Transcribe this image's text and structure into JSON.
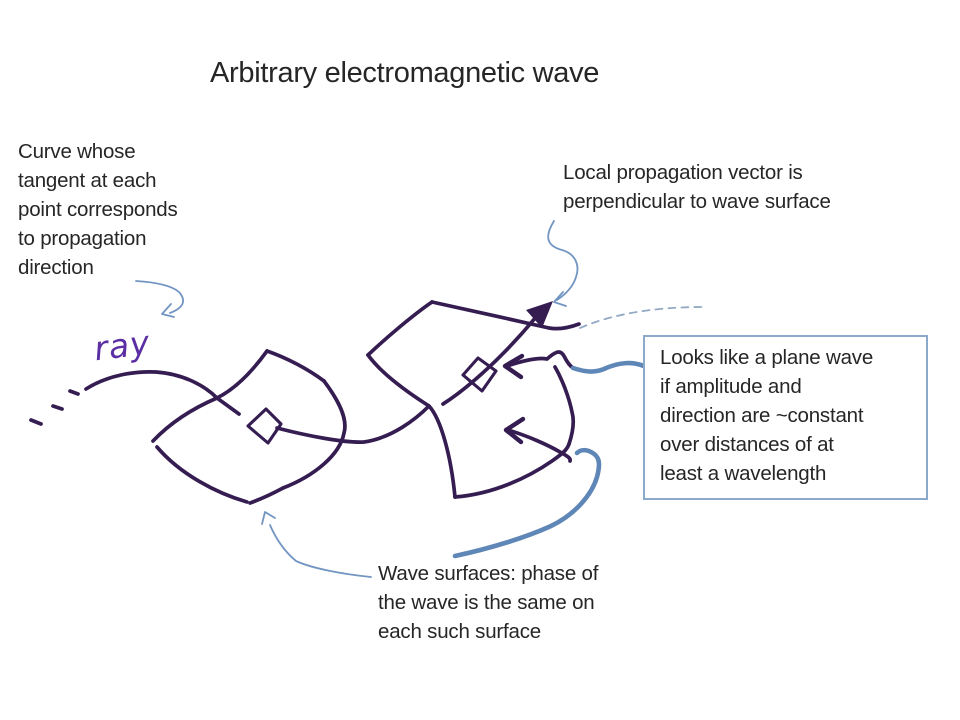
{
  "slide": {
    "title": "Arbitrary electromagnetic wave"
  },
  "annotations": {
    "curve_tangent": {
      "lines": [
        "Curve whose",
        "tangent at each",
        "point corresponds",
        "to propagation",
        "direction"
      ]
    },
    "local_vector": {
      "lines": [
        "Local propagation vector is",
        "perpendicular to wave surface"
      ]
    },
    "plane_wave_box": {
      "lines": [
        "Looks like a plane wave",
        "if amplitude and",
        "direction are ~constant",
        "over distances of at",
        "least a wavelength"
      ]
    },
    "wave_surfaces": {
      "lines": [
        "Wave surfaces: phase of",
        "the wave is the same on",
        "each such surface"
      ]
    }
  },
  "diagram": {
    "ray_label": "ray",
    "elements": [
      "ray-dashed-start",
      "ray-curve",
      "left-wave-surface",
      "right-wave-surface",
      "perpendicular-square-left",
      "perpendicular-square-right",
      "propagation-vector-arrow",
      "surface-pointer-arrow-upper",
      "surface-pointer-arrow-lower"
    ],
    "colors": {
      "ink": "#351d52",
      "ink_light": "#5b2fa3",
      "callout_blue": "#5e87b8",
      "thin_blue": "#7295c2",
      "box_border": "#8aa9cb",
      "dashed": "#93a9c4",
      "text": "#262626"
    }
  }
}
